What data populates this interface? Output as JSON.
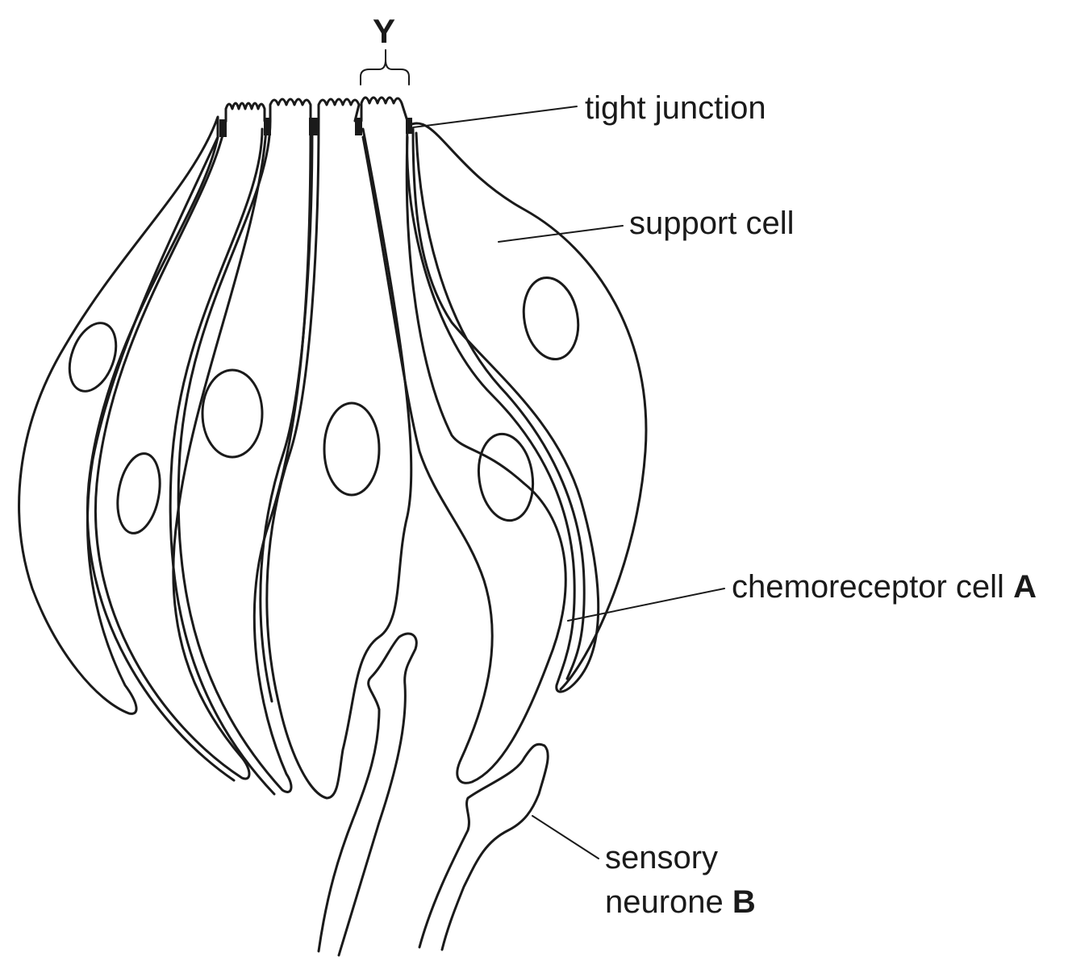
{
  "labels": {
    "y": "Y",
    "tight_junction": "tight junction",
    "support_cell": "support cell",
    "chemoreceptor_text": "chemoreceptor cell",
    "chemoreceptor_letter": "A",
    "sensory_line1": "sensory",
    "sensory_line2": "neurone",
    "sensory_letter": "B"
  }
}
